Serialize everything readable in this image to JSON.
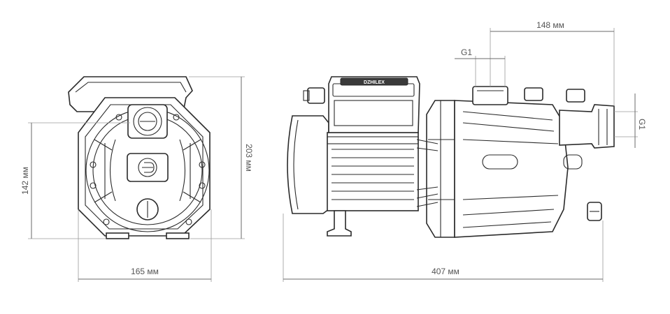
{
  "dimensions": {
    "front_width": "165 мм",
    "front_height_total": "203 мм",
    "front_height_axis": "142 мм",
    "side_length": "407 мм",
    "outlet_offset": "148 мм",
    "outlet_thread": "G1",
    "inlet_thread": "G1"
  },
  "nameplate": {
    "brand": "DZHILEX"
  },
  "colors": {
    "line": "#2a2a2a",
    "dimension": "#6a6a6a",
    "background": "#ffffff"
  }
}
